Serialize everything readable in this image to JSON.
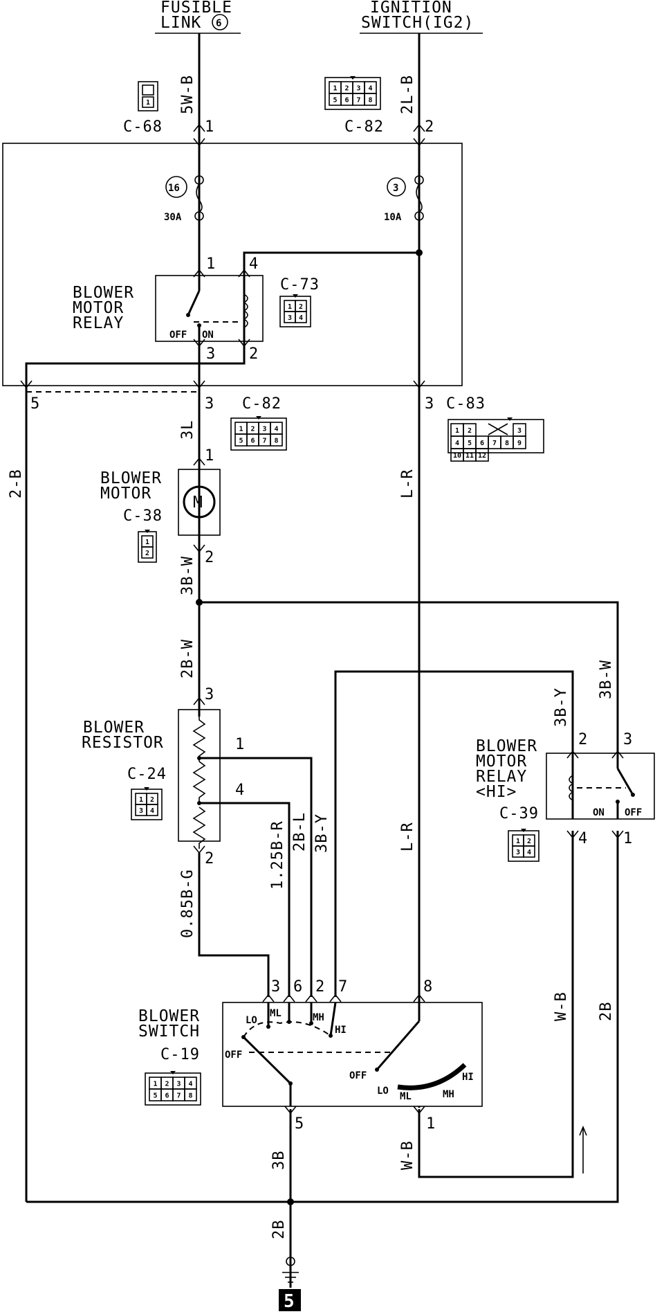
{
  "top": {
    "fusible_link": [
      "FUSIBLE",
      "LINK"
    ],
    "fusible_link_num": "6",
    "ignition_switch": [
      "IGNITION",
      "SWITCH(IG2)"
    ]
  },
  "wires": {
    "w_5wb": "5W-B",
    "w_2lb": "2L-B",
    "w_2b_left": "2-B",
    "w_3l": "3L",
    "w_lr_top": "L-R",
    "w_3bw_a": "3B-W",
    "w_2bw": "2B-W",
    "w_3bw_b": "3B-W",
    "w_3by_a": "3B-Y",
    "w_085bg": "0.85B-G",
    "w_125br": "1.25B-R",
    "w_2bl": "2B-L",
    "w_3by_b": "3B-Y",
    "w_lr_mid": "L-R",
    "w_wb_right": "W-B",
    "w_2b_right": "2B",
    "w_3b": "3B",
    "w_wb_low": "W-B",
    "w_2b_bottom": "2B"
  },
  "connectors": {
    "c68": "C-68",
    "c82_top": "C-82",
    "c73": "C-73",
    "c82_mid": "C-82",
    "c83": "C-83",
    "c38": "C-38",
    "c24": "C-24",
    "c39": "C-39",
    "c19": "C-19"
  },
  "pins": {
    "p1_c68": "1",
    "p2_c82": "2",
    "r_p1": "1",
    "r_p4": "4",
    "r_p3": "3",
    "r_p2": "2",
    "p5": "5",
    "p3_c82": "3",
    "p3_c83": "3",
    "m_p1": "1",
    "m_p2": "2",
    "res_p3": "3",
    "res_p1": "1",
    "res_p4": "4",
    "res_p2": "2",
    "hi_p2": "2",
    "hi_p3": "3",
    "hi_p4": "4",
    "hi_p1": "1",
    "sw_p3": "3",
    "sw_p6": "6",
    "sw_p2": "2",
    "sw_p7": "7",
    "sw_p8": "8",
    "sw_p5": "5",
    "sw_p1": "1"
  },
  "fuses": {
    "f16_num": "16",
    "f16_amp": "30A",
    "f3_num": "3",
    "f3_amp": "10A"
  },
  "components": {
    "relay": [
      "BLOWER",
      "MOTOR",
      "RELAY"
    ],
    "relay_off": "OFF",
    "relay_on": "ON",
    "motor": [
      "BLOWER",
      "MOTOR"
    ],
    "motor_symbol": "M",
    "resistor": [
      "BLOWER",
      "RESISTOR"
    ],
    "hi_relay": [
      "BLOWER",
      "MOTOR",
      "RELAY",
      "<HI>"
    ],
    "hi_on": "ON",
    "hi_off": "OFF",
    "switch": [
      "BLOWER",
      "SWITCH"
    ],
    "sw_lo": "LO",
    "sw_ml": "ML",
    "sw_mh": "MH",
    "sw_hi": "HI",
    "sw_off": "OFF",
    "sw2_off": "OFF",
    "sw2_lo": "LO",
    "sw2_ml": "ML",
    "sw2_mh": "MH",
    "sw2_hi": "HI"
  },
  "connector_faces": {
    "c68_cells": [
      "1"
    ],
    "c82_cells": [
      "1",
      "2",
      "3",
      "4",
      "5",
      "6",
      "7",
      "8"
    ],
    "c73_cells": [
      "1",
      "2",
      "3",
      "4"
    ],
    "c82b_cells": [
      "1",
      "2",
      "3",
      "4",
      "5",
      "6",
      "7",
      "8"
    ],
    "c83_cells": [
      "1",
      "2",
      "3",
      "4",
      "5",
      "6",
      "7",
      "8",
      "9",
      "10",
      "11",
      "12"
    ],
    "c38_cells": [
      "1",
      "2"
    ],
    "c24_cells": [
      "1",
      "2",
      "3",
      "4"
    ],
    "c39_cells": [
      "1",
      "2",
      "3",
      "4"
    ],
    "c19_cells": [
      "1",
      "2",
      "3",
      "4",
      "5",
      "6",
      "7",
      "8"
    ]
  },
  "page_badge": "5"
}
